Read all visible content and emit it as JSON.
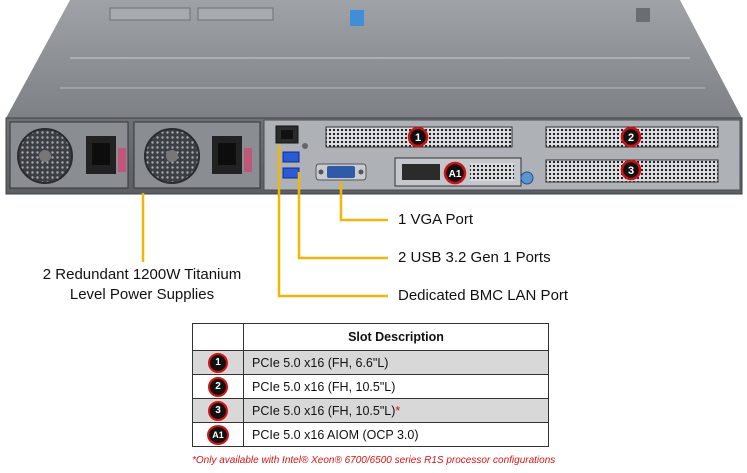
{
  "callouts": {
    "vga": "1 VGA Port",
    "usb": "2 USB 3.2 Gen 1 Ports",
    "bmc": "Dedicated BMC LAN Port",
    "psu_line1": "2 Redundant 1200W Titanium",
    "psu_line2": "Level Power Supplies"
  },
  "slot_badges": [
    "1",
    "2",
    "3",
    "A1"
  ],
  "table": {
    "header": "Slot Description",
    "rows": [
      {
        "badge": "1",
        "desc": "PCIe 5.0 x16 (FH, 6.6\"L)",
        "mark": ""
      },
      {
        "badge": "2",
        "desc": "PCIe 5.0 x16 (FH, 10.5\"L)",
        "mark": ""
      },
      {
        "badge": "3",
        "desc": "PCIe 5.0 x16 (FH, 10.5\"L)",
        "mark": "*"
      },
      {
        "badge": "A1",
        "desc": "PCIe 5.0 x16 AIOM (OCP 3.0)",
        "mark": ""
      }
    ]
  },
  "footnote": "*Only available with Intel® Xeon® 6700/6500 series R1S processor configurations",
  "colors": {
    "leader": "#f2b705",
    "badge_ring": "#d11111",
    "chassis": "#8f9398",
    "shade": "#d8d8d8"
  }
}
